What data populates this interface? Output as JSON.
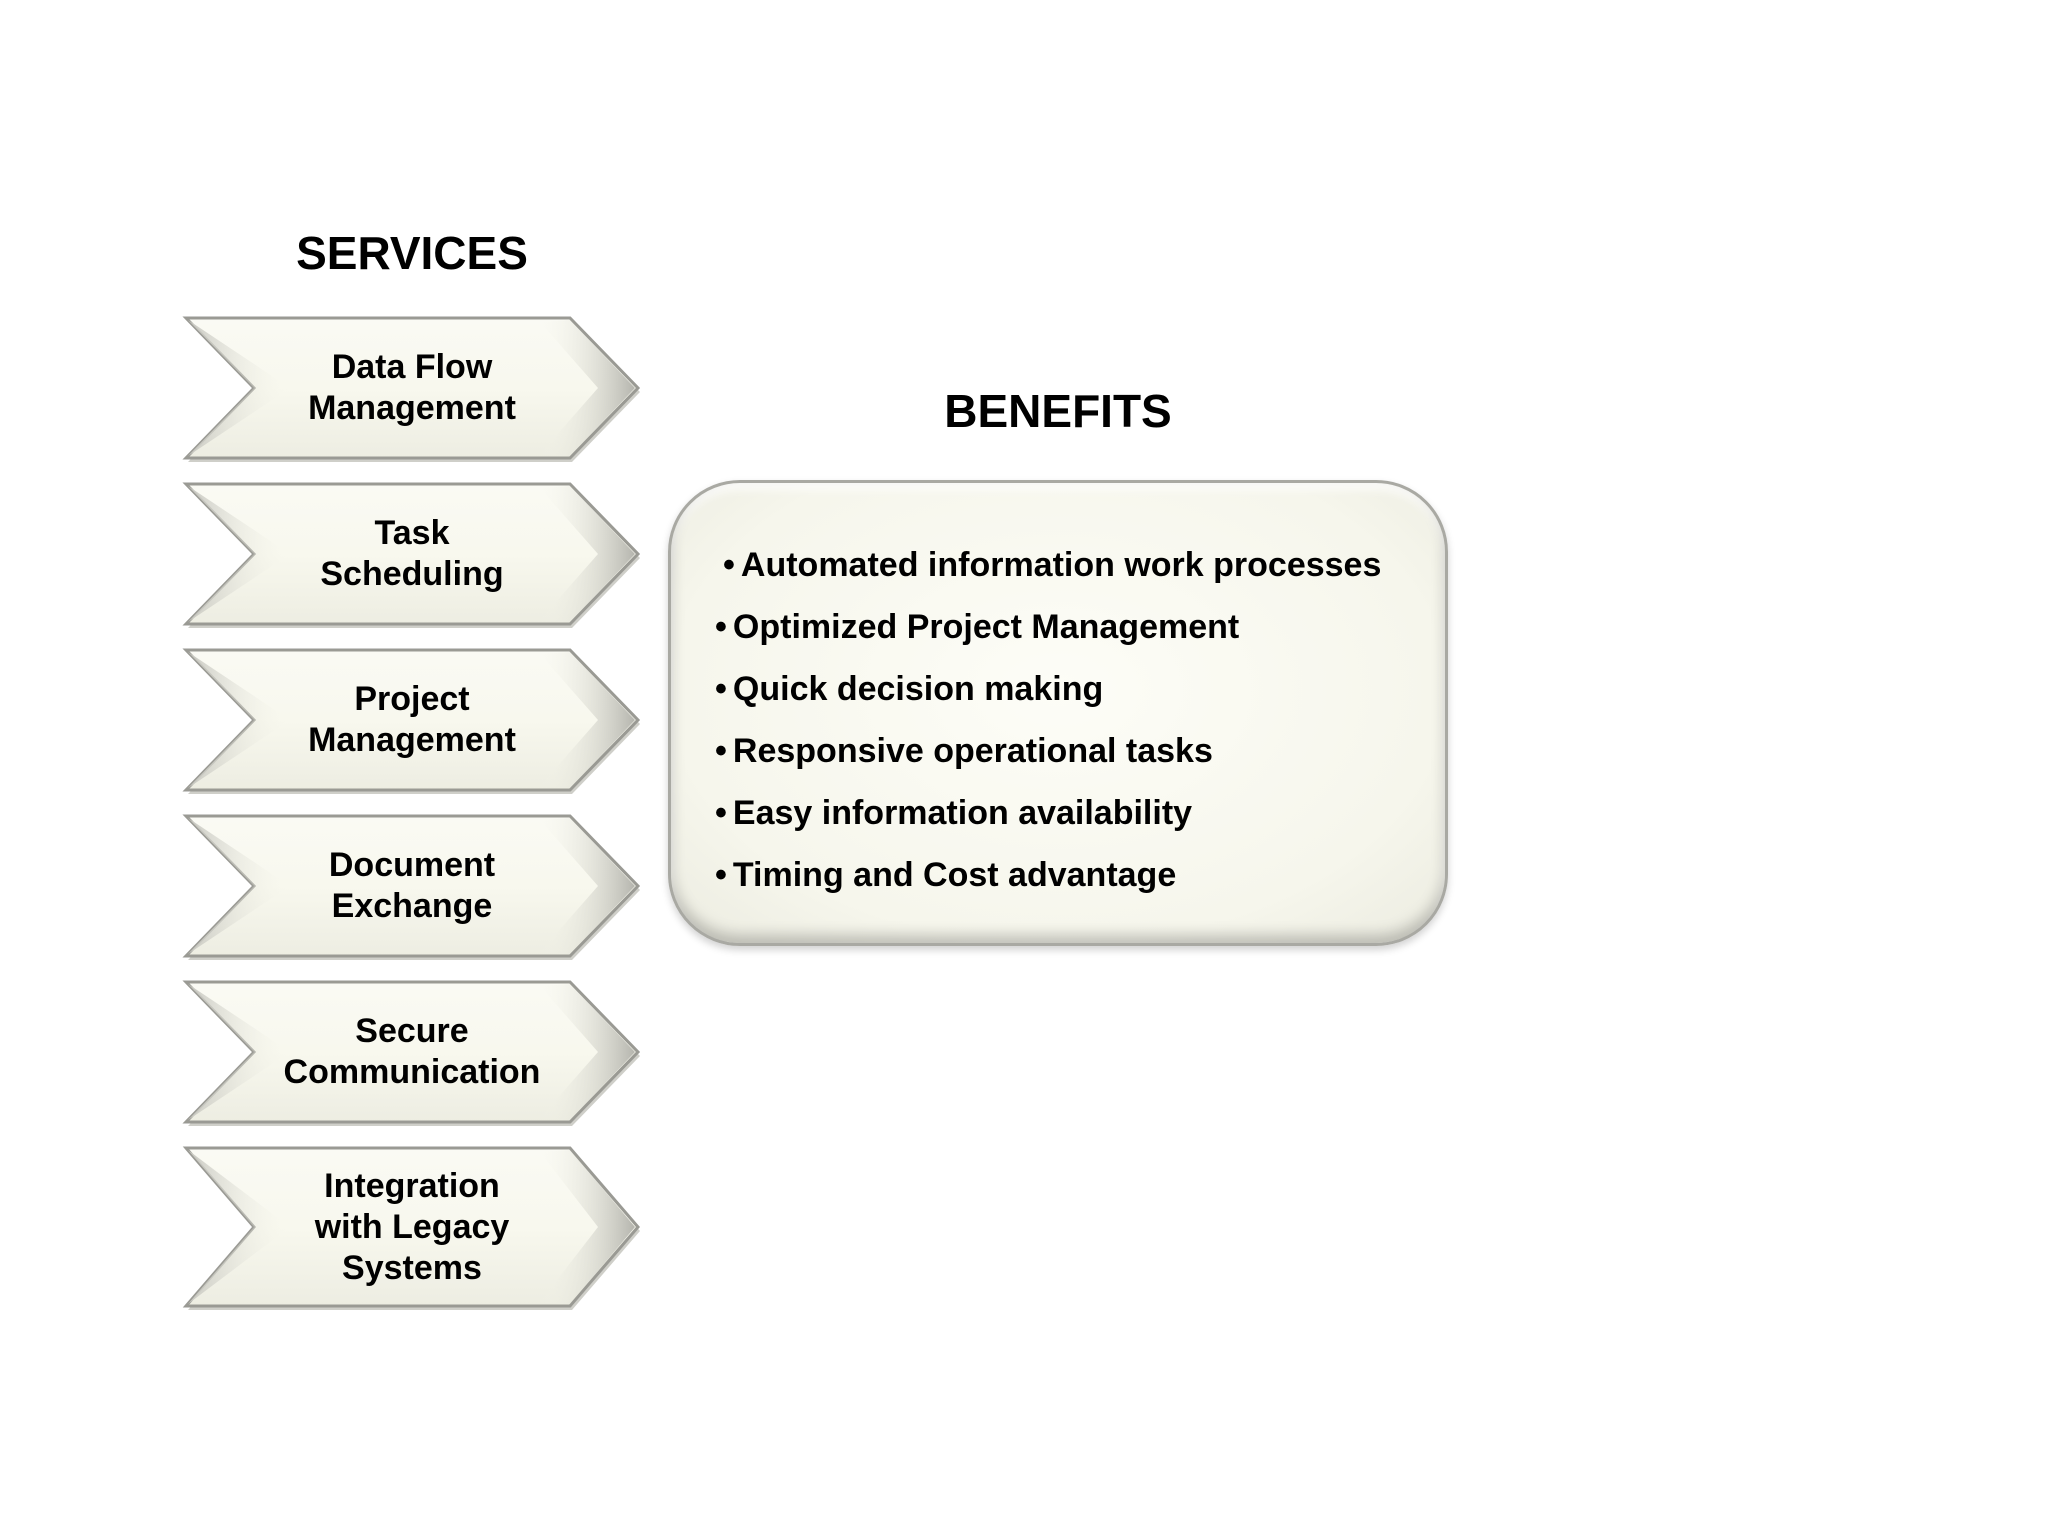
{
  "services": {
    "heading": "SERVICES",
    "items": [
      {
        "label": "Data Flow\nManagement"
      },
      {
        "label": "Task\nScheduling"
      },
      {
        "label": "Project\nManagement"
      },
      {
        "label": "Document\nExchange"
      },
      {
        "label": "Secure\nCommunication"
      },
      {
        "label": "Integration\nwith Legacy\nSystems"
      }
    ]
  },
  "benefits": {
    "heading": "BENEFITS",
    "bullet": "•",
    "items": [
      "Automated information work processes",
      "Optimized Project Management",
      "Quick decision making",
      "Responsive operational tasks",
      "Easy information availability",
      "Timing and Cost advantage"
    ]
  },
  "colors": {
    "shape_fill": "#f8f8ee",
    "shape_edge": "#9a9a94",
    "text": "#000000"
  }
}
